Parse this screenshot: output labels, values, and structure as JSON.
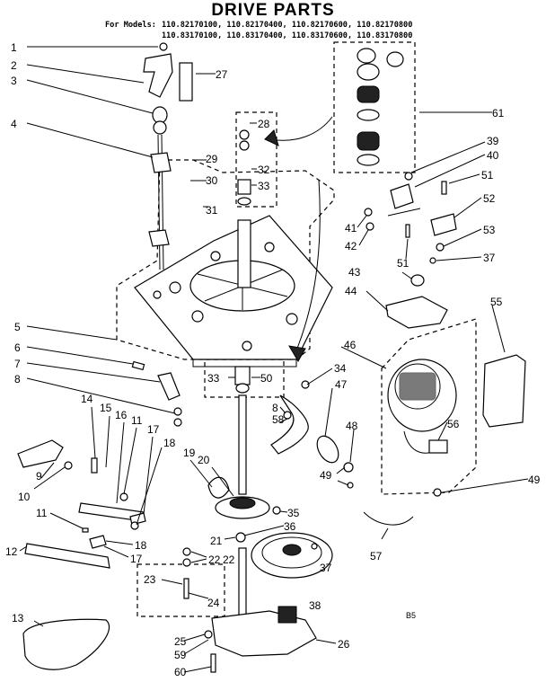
{
  "header": {
    "title": "DRIVE PARTS",
    "models_prefix": "For Models:",
    "models_line1": "110.82170100, 110.82170400, 110.82170600, 110.82170800",
    "models_line2": "110.83170100, 110.83170400, 110.83170600, 110.83170800"
  },
  "callouts": {
    "c1": "1",
    "c2": "2",
    "c3": "3",
    "c4": "4",
    "c5": "5",
    "c6": "6",
    "c7": "7",
    "c8a": "8",
    "c8b": "8",
    "c9": "9",
    "c10": "10",
    "c11a": "11",
    "c11b": "11",
    "c12": "12",
    "c13": "13",
    "c14": "14",
    "c15": "15",
    "c16": "16",
    "c17a": "17",
    "c17b": "17",
    "c18a": "18",
    "c18b": "18",
    "c19": "19",
    "c20": "20",
    "c21": "21",
    "c22a": "22",
    "c22b": "22",
    "c23": "23",
    "c24": "24",
    "c25": "25",
    "c26": "26",
    "c27": "27",
    "c28": "28",
    "c29": "29",
    "c30": "30",
    "c31": "31",
    "c32": "32",
    "c33a": "33",
    "c33b": "33",
    "c34": "34",
    "c35": "35",
    "c36": "36",
    "c37a": "37",
    "c37b": "37",
    "c38": "38",
    "c39": "39",
    "c40": "40",
    "c41": "41",
    "c42": "42",
    "c43": "43",
    "c44": "44",
    "c46": "46",
    "c47": "47",
    "c48": "48",
    "c49a": "49",
    "c49b": "49",
    "c50": "50",
    "c51a": "51",
    "c51b": "51",
    "c52": "52",
    "c53": "53",
    "c55": "55",
    "c56": "56",
    "c57": "57",
    "c58": "58",
    "c59": "59",
    "c60": "60",
    "c61": "61"
  },
  "footer": {
    "code": "B5"
  }
}
